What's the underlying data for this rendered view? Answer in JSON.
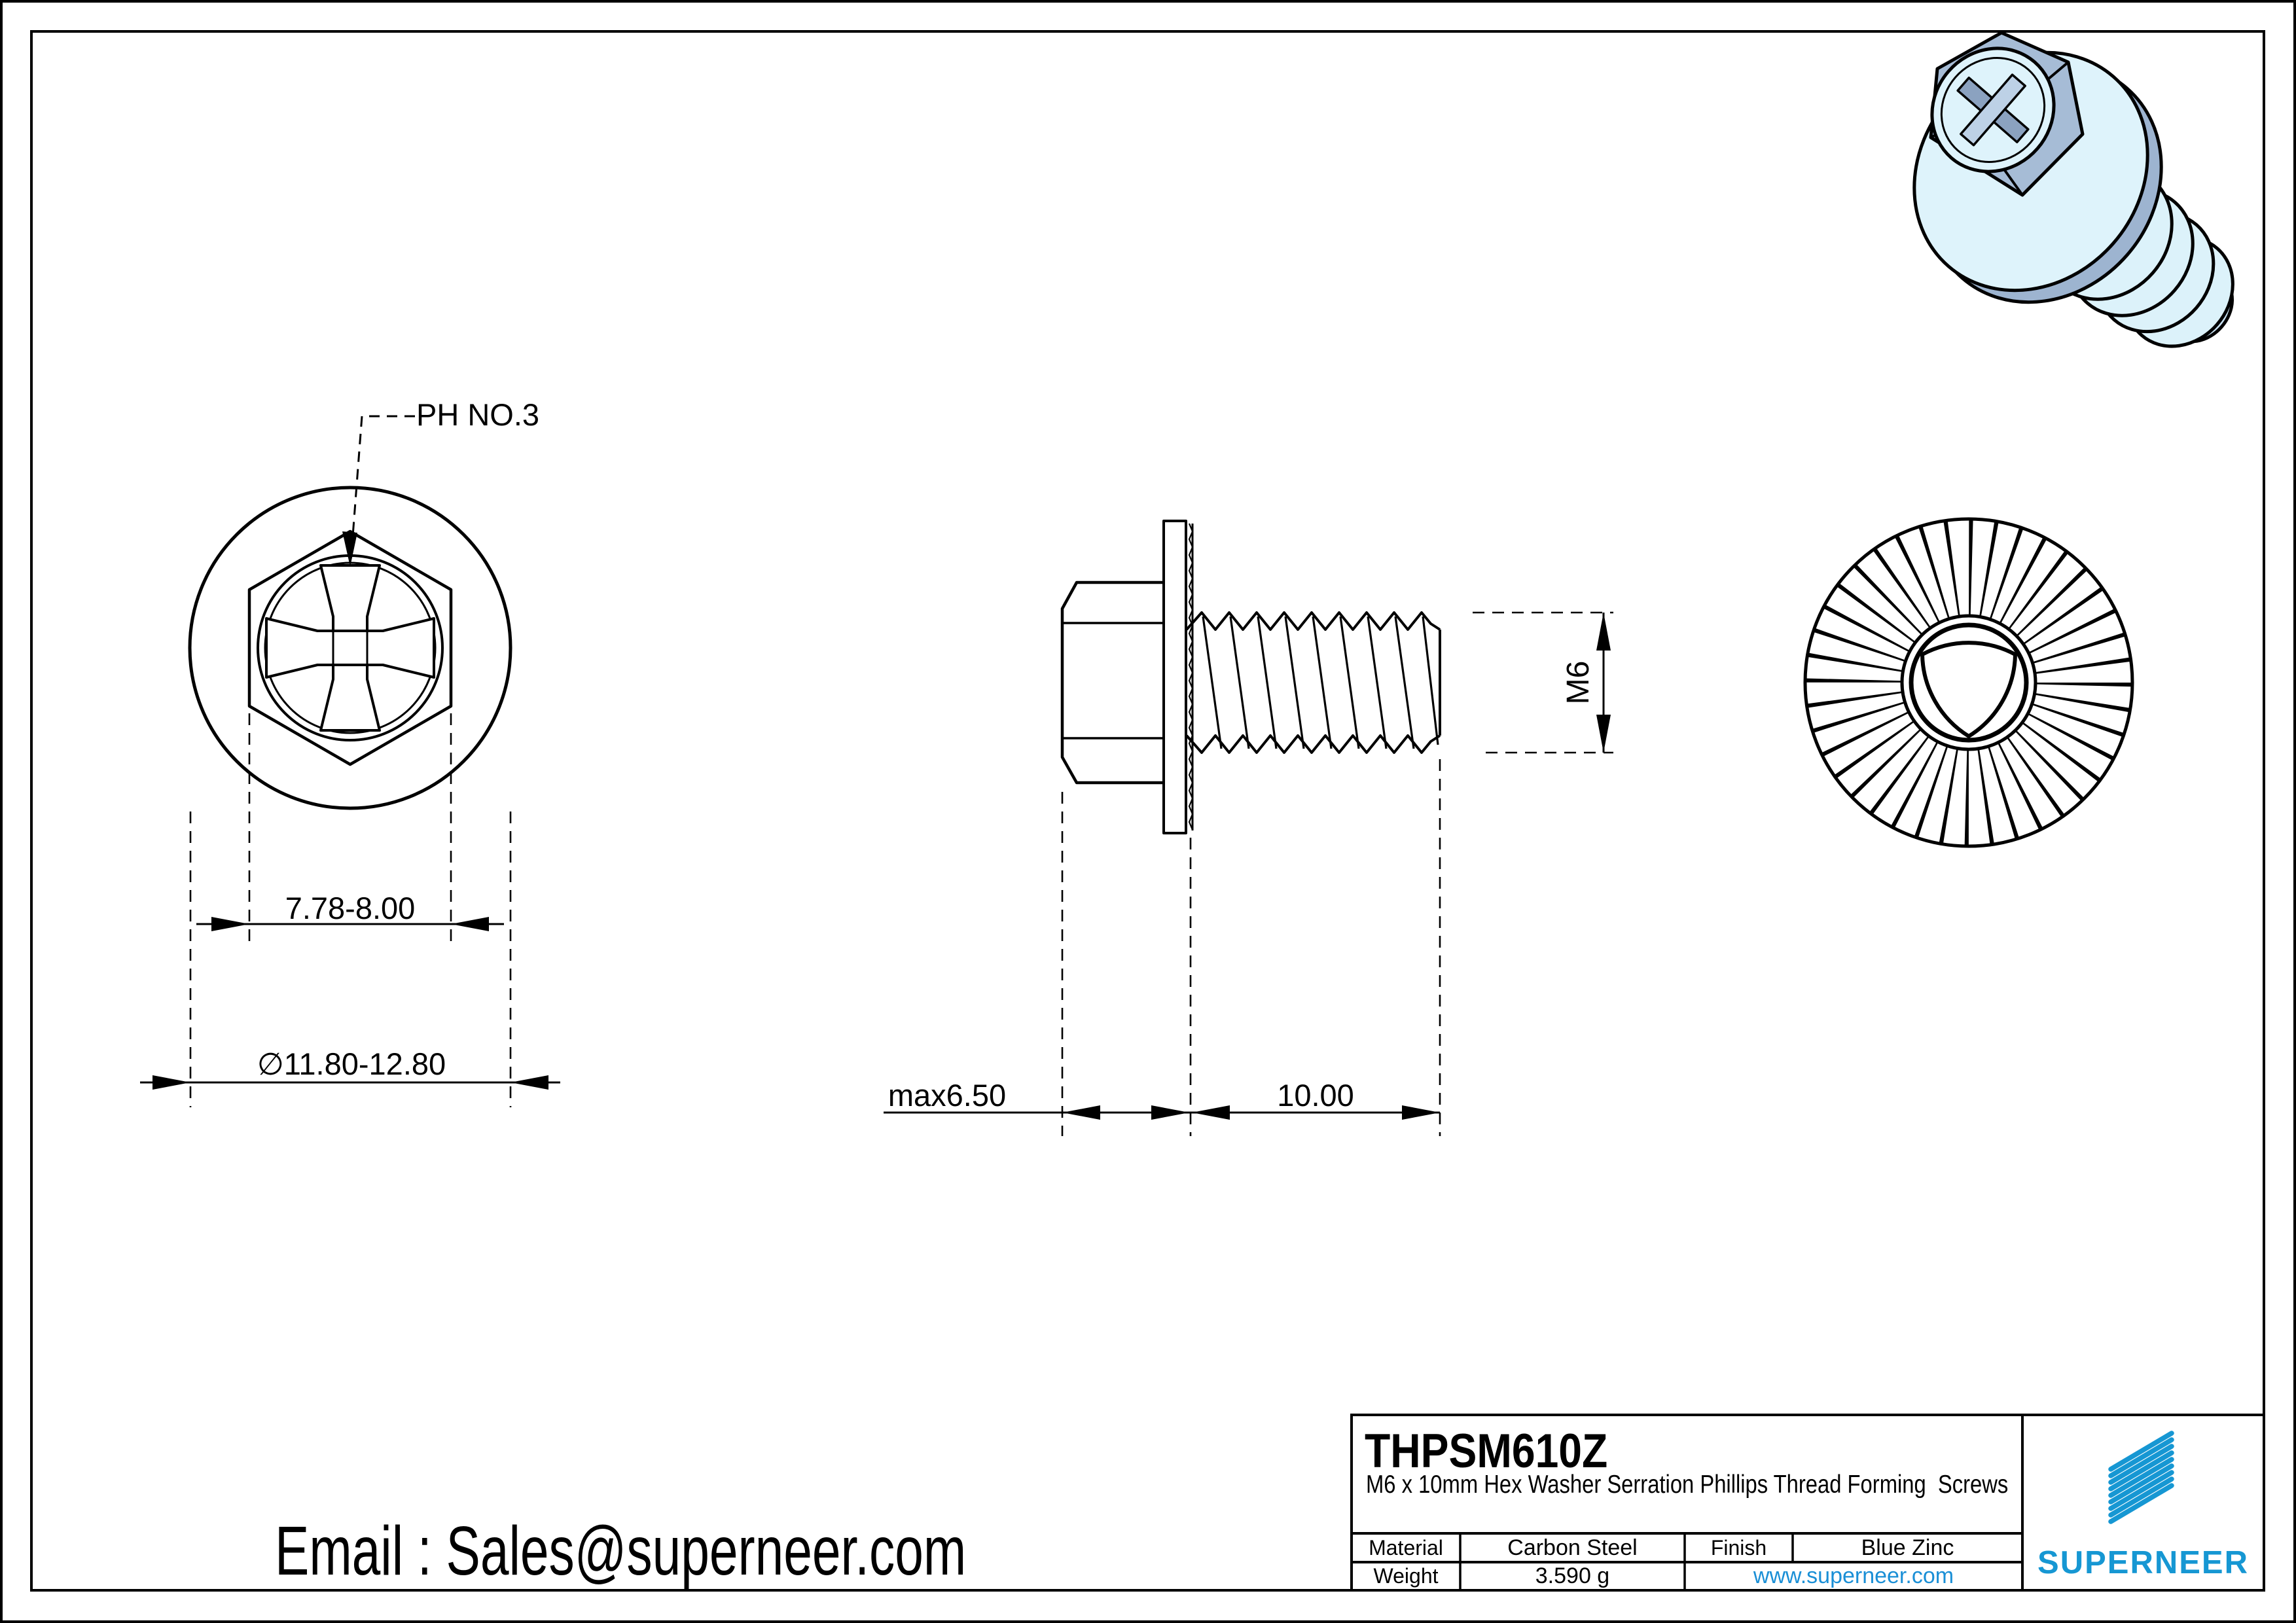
{
  "drawing": {
    "views": {
      "front": {
        "recess_label": "PH NO.3",
        "hex_width": "7.78-8.00",
        "washer_diameter": "∅11.80-12.80"
      },
      "side": {
        "head_height": "max6.50",
        "thread_length": "10.00",
        "thread_size": "M6"
      }
    },
    "title_block": {
      "part_number": "THPSM610Z",
      "description": "M6 x 10mm Hex Washer Serration Phillips Thread Forming  Screws",
      "material_label": "Material",
      "material_value": "Carbon Steel",
      "finish_label": "Finish",
      "finish_value": "Blue Zinc",
      "weight_label": "Weight",
      "weight_value": "3.590 g",
      "website": "www.superneer.com",
      "brand": "SUPERNEER"
    },
    "contact_email_line": "Email : Sales@superneer.com",
    "colors": {
      "brand_blue": "#1697d3",
      "link_blue": "#1a8fd6",
      "render_light_blue": "#def3fb",
      "render_steel_blue": "#9db4d0",
      "line_black": "#000000"
    }
  }
}
